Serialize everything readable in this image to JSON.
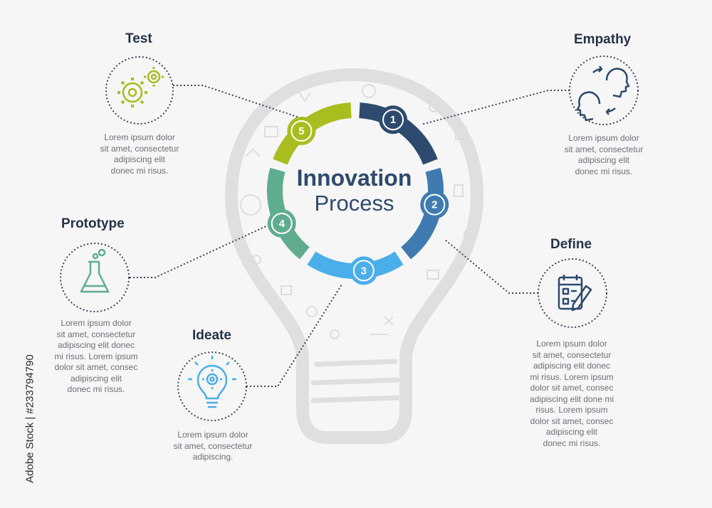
{
  "center": {
    "title": "Innovation",
    "subtitle": "Process"
  },
  "steps": [
    {
      "number": "1",
      "title": "Empathy",
      "color": "#2e4a6e",
      "icon": "heads-exchange-icon",
      "desc": [
        "Lorem ipsum dolor",
        "sit amet, consectetur",
        "adipiscing elit",
        "donec mi risus."
      ]
    },
    {
      "number": "2",
      "title": "Define",
      "color": "#3f7bb0",
      "icon": "checklist-pencil-icon",
      "desc": [
        "Lorem ipsum dolor",
        "sit amet, consectetur",
        "adipiscing elit donec",
        "mi risus. Lorem ipsum",
        "dolor sit amet, consec",
        "adipiscing elit done mi",
        "risus. Lorem ipsum",
        "dolor sit amet, consec",
        "adipiscing elit",
        "donec mi risus."
      ]
    },
    {
      "number": "3",
      "title": "Ideate",
      "color": "#4aaeea",
      "icon": "lightbulb-gear-icon",
      "desc": [
        "Lorem ipsum dolor",
        "sit amet, consectetur",
        "adipiscing."
      ]
    },
    {
      "number": "4",
      "title": "Prototype",
      "color": "#5fad8e",
      "icon": "flask-icon",
      "desc": [
        "Lorem ipsum dolor",
        "sit amet, consectetur",
        "adipiscing elit donec",
        "mi risus. Lorem ipsum",
        "dolor sit amet, consec",
        "adipiscing elit",
        "donec mi risus."
      ]
    },
    {
      "number": "5",
      "title": "Test",
      "color": "#a9bd1f",
      "icon": "gears-icon",
      "desc": [
        "Lorem ipsum dolor",
        "sit amet, consectetur",
        "adipiscing elit",
        "donec mi risus."
      ]
    }
  ],
  "watermark": "Adobe Stock | #233794790"
}
